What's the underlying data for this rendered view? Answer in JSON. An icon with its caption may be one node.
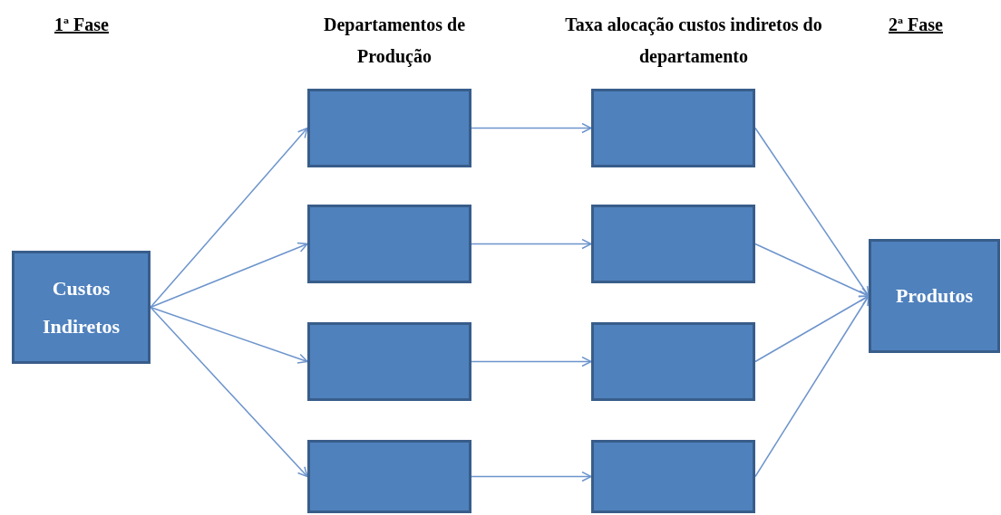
{
  "diagram": {
    "nodes": [
      {
        "text": [
          "Custos Indiretos"
        ]
      },
      {
        "text": [],
        "shape": "box"
      },
      {
        "text": [],
        "shape": "box"
      },
      {
        "text": [],
        "shape": "box"
      },
      {
        "text": [],
        "shape": "box"
      },
      {
        "text": [],
        "shape": "box"
      },
      {
        "text": [],
        "shape": "box"
      },
      {
        "text": [],
        "shape": "box"
      },
      {
        "text": [],
        "shape": "box"
      },
      {
        "text": [
          "Produtos"
        ]
      }
    ],
    "edges": [
      {
        "from": 0,
        "to": 1,
        "arrow": "to"
      },
      {
        "from": 0,
        "to": 2,
        "arrow": "to"
      },
      {
        "from": 0,
        "to": 3,
        "arrow": "to"
      },
      {
        "from": 0,
        "to": 4,
        "arrow": "to"
      },
      {
        "from": 1,
        "to": 5,
        "arrow": "to"
      },
      {
        "from": 2,
        "to": 6,
        "arrow": "to"
      },
      {
        "from": 3,
        "to": 7,
        "arrow": "to"
      },
      {
        "from": 4,
        "to": 8,
        "arrow": "to"
      },
      {
        "from": 5,
        "to": 9,
        "arrow": "to"
      },
      {
        "from": 6,
        "to": 9,
        "arrow": "to"
      },
      {
        "from": 7,
        "to": 9,
        "arrow": "to"
      },
      {
        "from": 8,
        "to": 9,
        "arrow": "to"
      }
    ],
    "labels": [
      "1ª Fase",
      "Departamentos de Produção",
      "Taxa alocação custos indiretos do departamento",
      "2ª Fase"
    ]
  }
}
